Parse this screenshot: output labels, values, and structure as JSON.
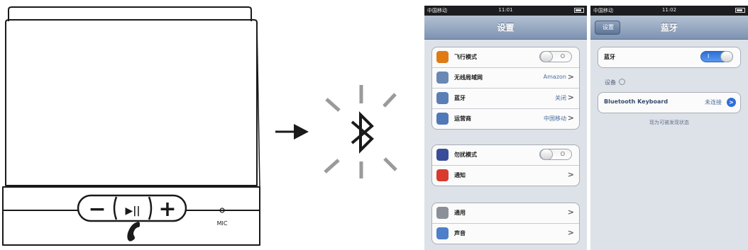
{
  "speaker": {
    "minus_symbol": "−",
    "play_pause_symbol": "▶||",
    "plus_symbol": "+",
    "mic_label": "MIC"
  },
  "icons": {
    "arrow": "arrow-right-icon",
    "bluetooth": "bluetooth-icon",
    "phone_handset": "phone-handset-icon"
  },
  "left_screen": {
    "status": {
      "carrier": "中国移动",
      "time": "11:01"
    },
    "title": "设置",
    "group1": [
      {
        "label": "飞行模式",
        "value": "",
        "toggle": "O",
        "icon_color": "#e07b14"
      },
      {
        "label": "无线局域网",
        "value": "Amazon",
        "icon_color": "#6a88b5"
      },
      {
        "label": "蓝牙",
        "value": "关闭",
        "icon_color": "#5a7fb6"
      },
      {
        "label": "运营商",
        "value": "中国移动",
        "icon_color": "#4f79b8"
      }
    ],
    "group2": [
      {
        "label": "勿扰模式",
        "toggle": "O",
        "icon_color": "#3a4d9a"
      },
      {
        "label": "通知",
        "value": "",
        "icon_color": "#d83b2e"
      }
    ],
    "group3": [
      {
        "label": "通用",
        "value": "",
        "icon_color": "#8a8f98"
      },
      {
        "label": "声音",
        "value": "",
        "icon_color": "#4e7fc8"
      }
    ],
    "chevron": ">"
  },
  "right_screen": {
    "status": {
      "carrier": "中国移动",
      "time": "11:02"
    },
    "back_label": "设置",
    "title": "蓝牙",
    "bluetooth_label": "蓝牙",
    "toggle_text": "I",
    "devices_header": "设备",
    "device_name": "Bluetooth Keyboard",
    "device_status": "未连接",
    "hint": "现为可被发现状态",
    "info_symbol": ">"
  },
  "colors": {
    "nav_blue": "#7d93b2",
    "ios_toggle_on": "#2f6fd6",
    "line": "#1a1a1a"
  }
}
